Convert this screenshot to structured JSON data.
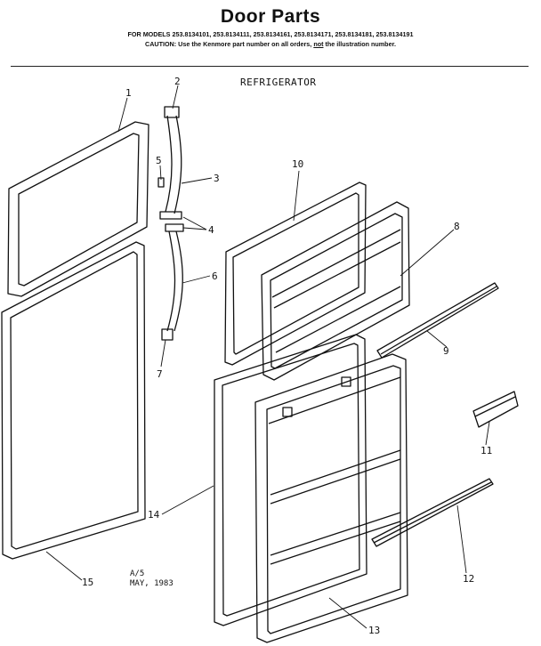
{
  "header": {
    "title": "Door Parts",
    "models_prefix": "FOR MODELS",
    "models": "253.8134101, 253.8134111, 253.8134161, 253.8134171, 253.8134181, 253.8134191",
    "caution_before": "CAUTION: Use the Kenmore part number on all orders,",
    "caution_not": "not",
    "caution_after": "the illustration number."
  },
  "subtitle": "REFRIGERATOR",
  "stamp": {
    "code": "A/5",
    "date": "MAY, 1983"
  },
  "callouts": {
    "c1": "1",
    "c2": "2",
    "c3": "3",
    "c4": "4",
    "c5": "5",
    "c6": "6",
    "c7": "7",
    "c8": "8",
    "c9": "9",
    "c10": "10",
    "c11": "11",
    "c12": "12",
    "c13": "13",
    "c14": "14",
    "c15": "15"
  }
}
